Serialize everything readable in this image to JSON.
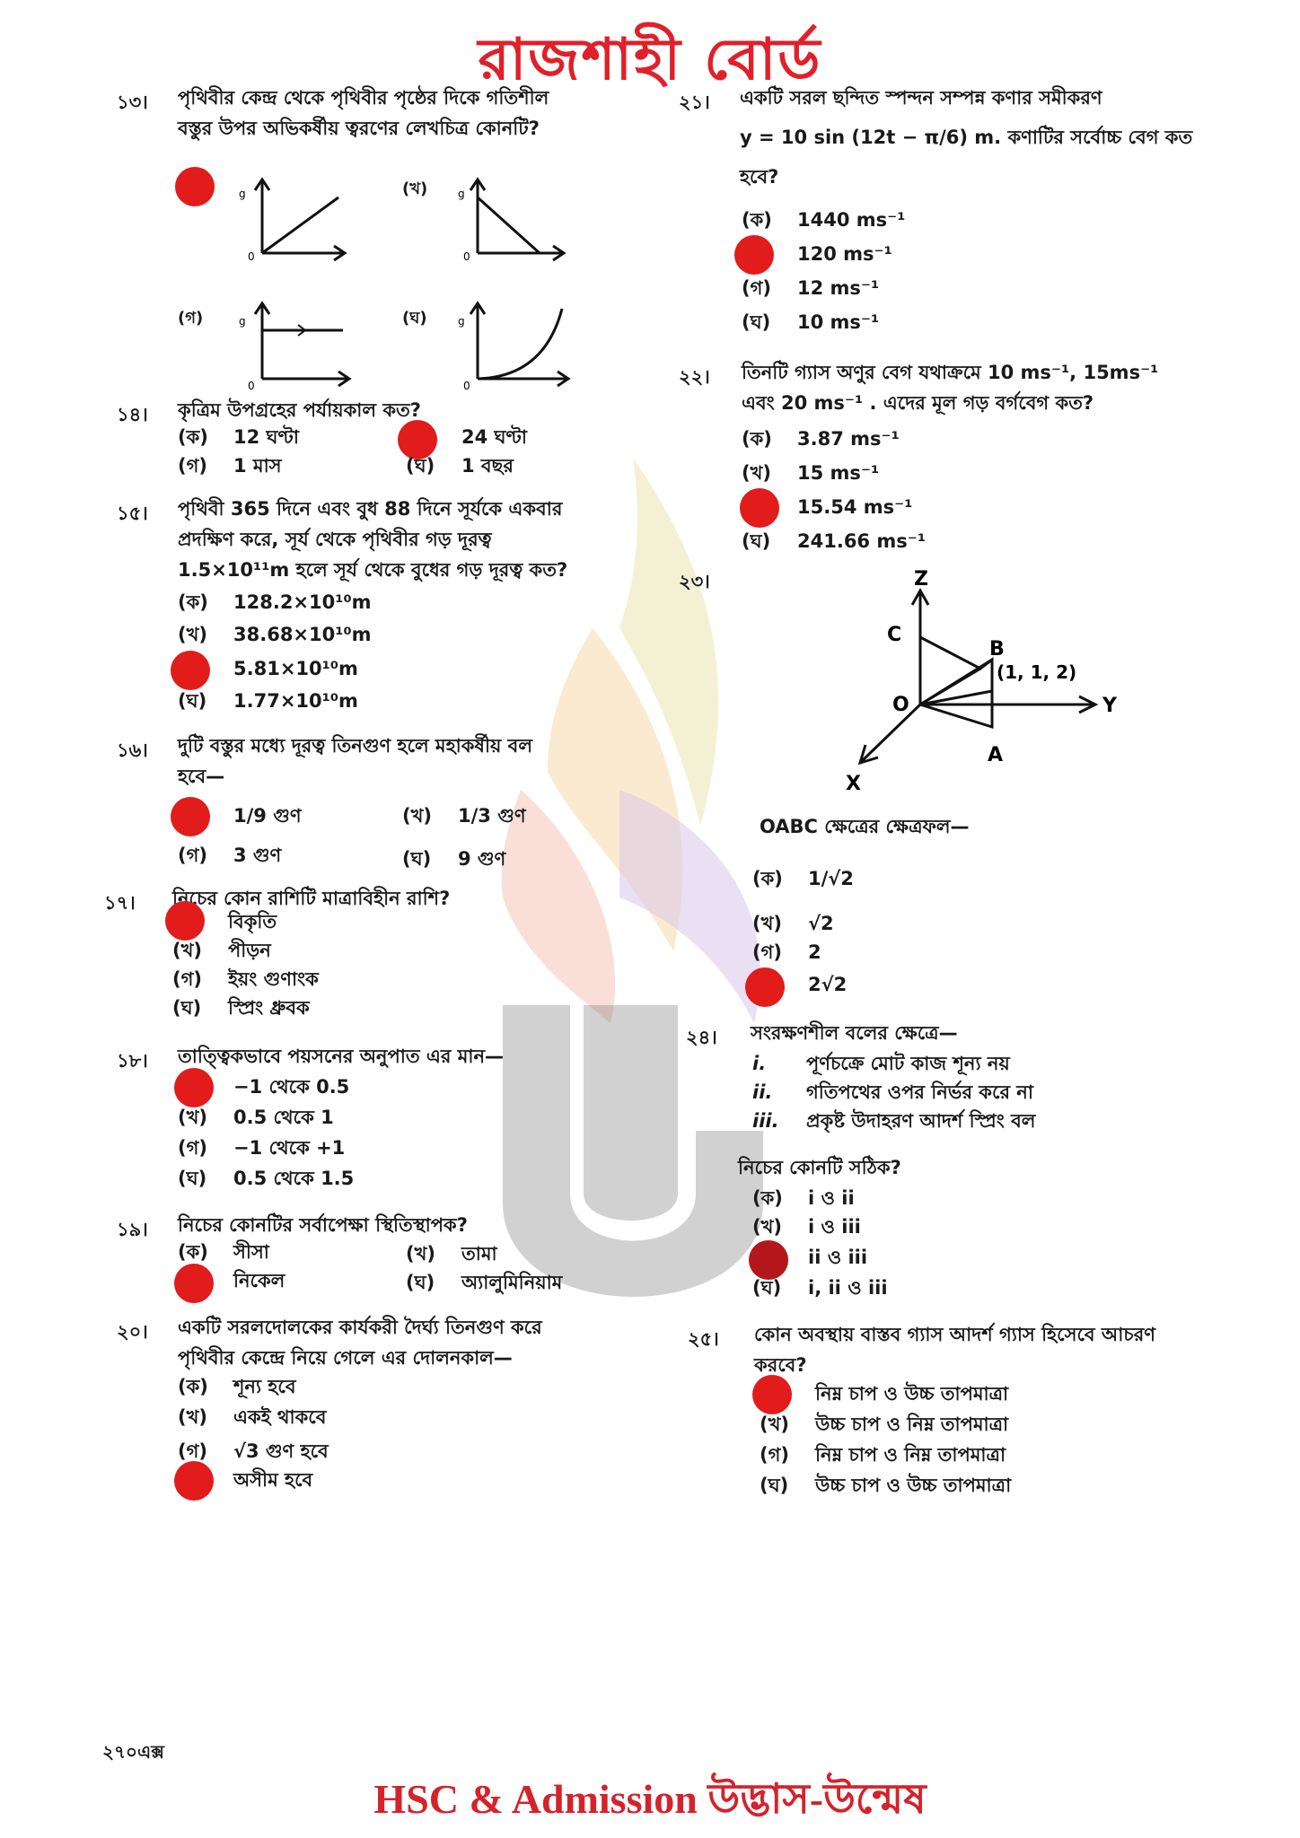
{
  "header": {
    "title": "রাজশাহী বোর্ড"
  },
  "questions": {
    "q13": {
      "num": "১৩।",
      "stem": [
        "পৃথিবীর কেন্দ্র থেকে পৃথিবীর পৃষ্ঠের দিকে গতিশীল",
        "বস্তুর উপর অভিকর্ষীয় ত্বরণের লেখচিত্র কোনটি?"
      ],
      "labels": [
        "(খ)",
        "(গ)",
        "(ঘ)"
      ]
    },
    "q14": {
      "num": "১৪।",
      "stem": [
        "কৃত্রিম উপগ্রহের পর্যায়কাল কত?"
      ],
      "options": [
        [
          "(ক)",
          "12 ঘণ্টা"
        ],
        [
          "",
          "24 ঘণ্টা"
        ],
        [
          "(গ)",
          "1 মাস"
        ],
        [
          "(ঘ)",
          "1 বছর"
        ]
      ]
    },
    "q15": {
      "num": "১৫।",
      "stem": [
        "পৃথিবী 365 দিনে এবং বুধ 88 দিনে সূর্যকে একবার",
        "প্রদক্ষিণ করে, সূর্য থেকে পৃথিবীর গড় দূরত্ব",
        "1.5×10¹¹m হলে সূর্য থেকে বুধের গড় দূরত্ব কত?"
      ],
      "options": [
        [
          "(ক)",
          "128.2×10¹⁰m"
        ],
        [
          "(খ)",
          "38.68×10¹⁰m"
        ],
        [
          "",
          "5.81×10¹⁰m"
        ],
        [
          "(ঘ)",
          "1.77×10¹⁰m"
        ]
      ]
    },
    "q16": {
      "num": "১৬।",
      "stem": [
        "দুটি বস্তুর মধ্যে দূরত্ব তিনগুণ হলে মহাকর্ষীয় বল",
        "হবে—"
      ],
      "options": [
        [
          "",
          "1/9 গুণ"
        ],
        [
          "(খ)",
          "1/3 গুণ"
        ],
        [
          "(গ)",
          "3 গুণ"
        ],
        [
          "(ঘ)",
          "9 গুণ"
        ]
      ]
    },
    "q17": {
      "num": "১৭।",
      "stem": [
        "নিচের কোন রাশিটি মাত্রাবিহীন রাশি?"
      ],
      "options": [
        [
          "",
          "বিকৃতি"
        ],
        [
          "(খ)",
          "পীড়ন"
        ],
        [
          "(গ)",
          "ইয়ং গুণাংক"
        ],
        [
          "(ঘ)",
          "স্প্রিং ধ্রুবক"
        ]
      ]
    },
    "q18": {
      "num": "১৮।",
      "stem": [
        "তাত্ত্বিকভাবে পয়সনের অনুপাত এর মান—"
      ],
      "options": [
        [
          "",
          "−1 থেকে 0.5"
        ],
        [
          "(খ)",
          "0.5 থেকে 1"
        ],
        [
          "(গ)",
          "−1 থেকে +1"
        ],
        [
          "(ঘ)",
          "0.5 থেকে 1.5"
        ]
      ]
    },
    "q19": {
      "num": "১৯।",
      "stem": [
        "নিচের কোনটির সর্বাপেক্ষা স্থিতিস্থাপক?"
      ],
      "options": [
        [
          "(ক)",
          "সীসা"
        ],
        [
          "(খ)",
          "তামা"
        ],
        [
          "",
          "নিকেল"
        ],
        [
          "(ঘ)",
          "অ্যালুমিনিয়াম"
        ]
      ]
    },
    "q20": {
      "num": "২০।",
      "stem": [
        "একটি সরলদোলকের কার্যকরী দৈর্ঘ্য তিনগুণ করে",
        "পৃথিবীর কেন্দ্রে নিয়ে গেলে এর দোলনকাল—"
      ],
      "options": [
        [
          "(ক)",
          "শূন্য হবে"
        ],
        [
          "(খ)",
          "একই থাকবে"
        ],
        [
          "(গ)",
          "√3 গুণ হবে"
        ],
        [
          "",
          "অসীম হবে"
        ]
      ]
    },
    "q21": {
      "num": "২১।",
      "stem": [
        "একটি সরল ছন্দিত স্পন্দন সম্পন্ন কণার সমীকরণ",
        "y = 10 sin (12t − π/6) m. কণাটির সর্বোচ্চ বেগ কত",
        "হবে?"
      ],
      "options": [
        [
          "(ক)",
          "1440 ms⁻¹"
        ],
        [
          "",
          "120 ms⁻¹"
        ],
        [
          "(গ)",
          "12 ms⁻¹"
        ],
        [
          "(ঘ)",
          "10 ms⁻¹"
        ]
      ]
    },
    "q22": {
      "num": "২২।",
      "stem": [
        "তিনটি গ্যাস অণুর বেগ যথাক্রমে 10 ms⁻¹, 15ms⁻¹",
        "এবং 20 ms⁻¹ . এদের মূল গড় বর্গবেগ কত?"
      ],
      "options": [
        [
          "(ক)",
          "3.87 ms⁻¹"
        ],
        [
          "(খ)",
          "15 ms⁻¹"
        ],
        [
          "",
          "15.54 ms⁻¹"
        ],
        [
          "(ঘ)",
          "241.66 ms⁻¹"
        ]
      ]
    },
    "q23": {
      "num": "২৩।",
      "stem": [
        "OABC ক্ষেত্রের ক্ষেত্রফল—"
      ],
      "diagram": {
        "z": "Z",
        "y": "Y",
        "x": "X",
        "o": "O",
        "a": "A",
        "b": "B",
        "c": "C",
        "bcoord": "(1, 1, 2)"
      },
      "options": [
        [
          "(ক)",
          "1/√2"
        ],
        [
          "(খ)",
          "√2"
        ],
        [
          "(গ)",
          "2"
        ],
        [
          "",
          "2√2"
        ]
      ]
    },
    "q24": {
      "num": "২৪।",
      "stem": [
        "সংরক্ষণশীল বলের ক্ষেত্রে—"
      ],
      "items": [
        [
          "i.",
          "পূর্ণচক্রে মোট কাজ শূন্য নয়"
        ],
        [
          "ii.",
          "গতিপথের ওপর নির্ভর করে না"
        ],
        [
          "iii.",
          "প্রকৃষ্ট উদাহরণ আদর্শ স্প্রিং বল"
        ]
      ],
      "prompt": "নিচের কোনটি সঠিক?",
      "options": [
        [
          "(ক)",
          "i ও ii"
        ],
        [
          "(খ)",
          "i ও iii"
        ],
        [
          "",
          "ii ও iii"
        ],
        [
          "(ঘ)",
          "i, ii ও iii"
        ]
      ]
    },
    "q25": {
      "num": "২৫।",
      "stem": [
        "কোন অবস্থায় বাস্তব গ্যাস আদর্শ গ্যাস হিসেবে আচরণ",
        "করবে?"
      ],
      "options": [
        [
          "",
          "নিম্ন চাপ ও উচ্চ তাপমাত্রা"
        ],
        [
          "(খ)",
          "উচ্চ চাপ ও নিম্ন তাপমাত্রা"
        ],
        [
          "(গ)",
          "নিম্ন চাপ ও নিম্ন তাপমাত্রা"
        ],
        [
          "(ঘ)",
          "উচ্চ চাপ ও উচ্চ তাপমাত্রা"
        ]
      ]
    }
  },
  "footer": {
    "page": "২৭০এক্স",
    "brand": "HSC & Admission উদ্ভাস-উন্মেষ"
  },
  "colors": {
    "answer_mark": "#e21b1b",
    "title": "#e0202a"
  }
}
